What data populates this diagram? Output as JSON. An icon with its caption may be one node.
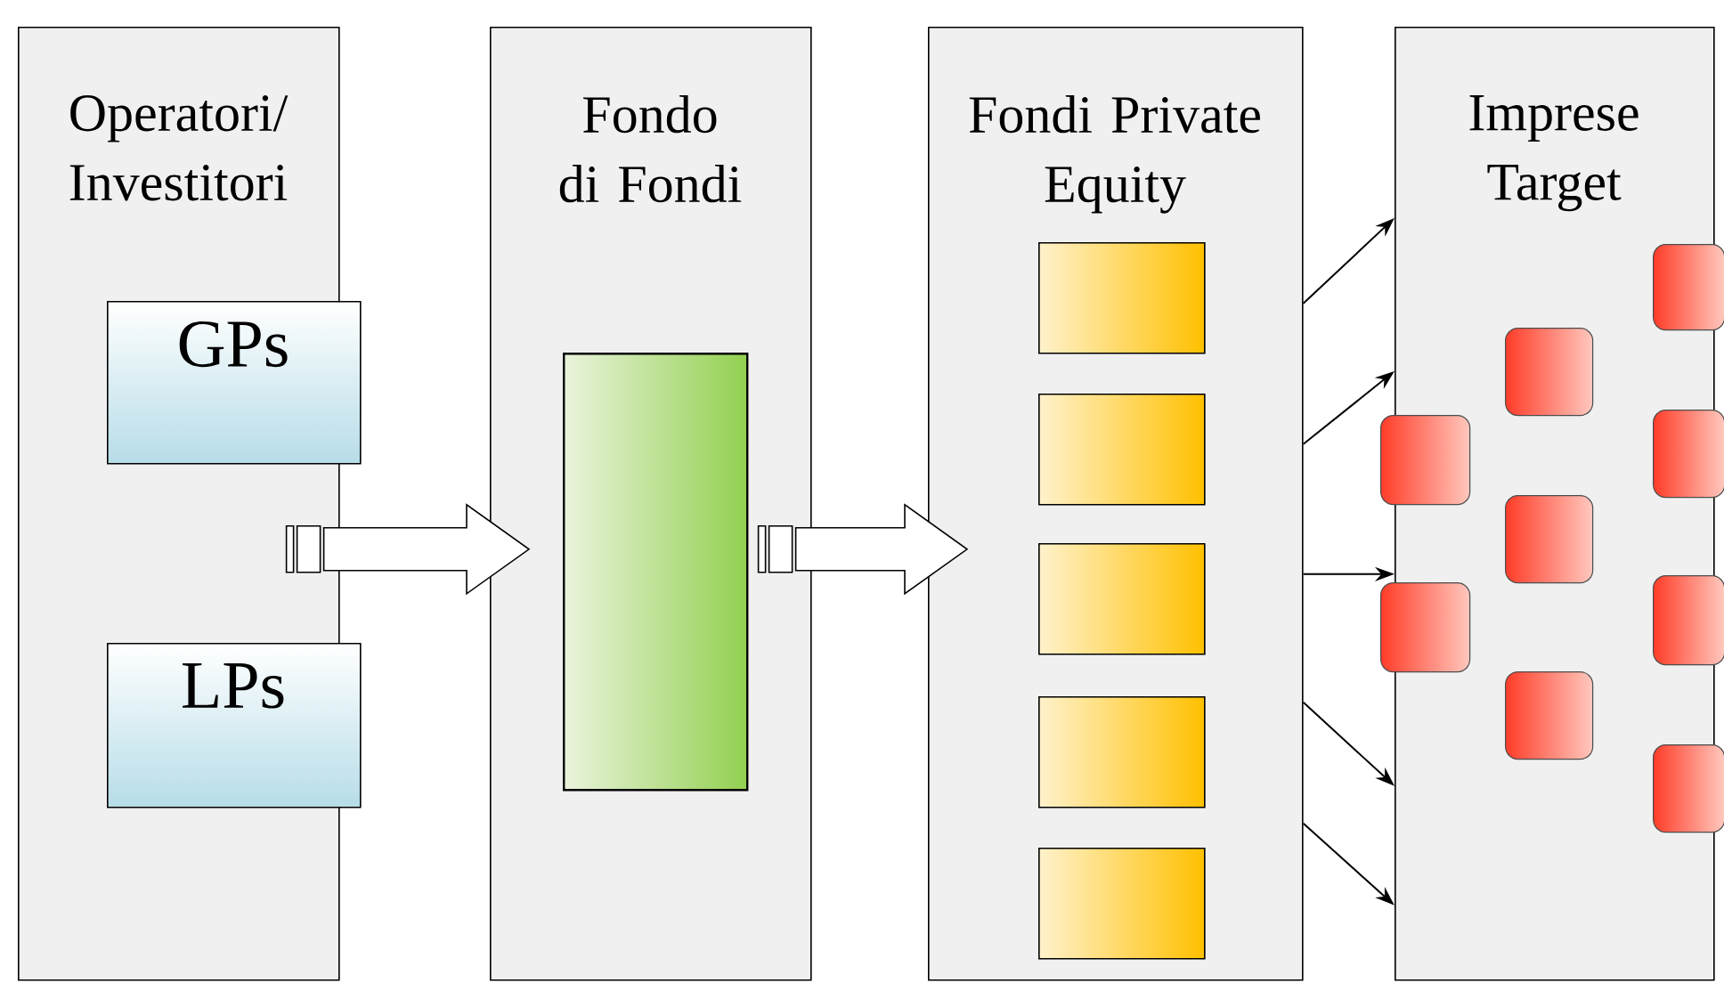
{
  "diagram": {
    "nodes": [
      {
        "text": [
          "Operatori/ Investitori"
        ]
      },
      {
        "text": [
          "GPs"
        ],
        "in": 0
      },
      {
        "text": [
          "LPs"
        ],
        "in": 0
      },
      {
        "text": [
          "Fondo di Fondi"
        ]
      },
      {
        "text": [],
        "shape": "bar",
        "in": 3
      },
      {
        "text": [
          "Fondi Private Equity"
        ]
      },
      {
        "text": [],
        "shape": "box",
        "in": 5
      },
      {
        "text": [],
        "shape": "box",
        "in": 5
      },
      {
        "text": [],
        "shape": "box",
        "in": 5
      },
      {
        "text": [],
        "shape": "box",
        "in": 5
      },
      {
        "text": [],
        "shape": "box",
        "in": 5
      },
      {
        "text": [
          "Imprese Target"
        ]
      },
      {
        "text": [],
        "shape": "box"
      },
      {
        "text": [],
        "shape": "box"
      },
      {
        "text": [],
        "shape": "box",
        "in": 11
      },
      {
        "text": [],
        "shape": "box",
        "in": 11
      },
      {
        "text": [],
        "shape": "box",
        "in": 11
      },
      {
        "text": [],
        "shape": "box"
      },
      {
        "text": [],
        "shape": "box"
      },
      {
        "text": [],
        "shape": "box"
      },
      {
        "text": [],
        "shape": "box"
      }
    ],
    "edges": [
      {
        "from": 0,
        "to": 3,
        "arrow": "to",
        "style": "thick"
      },
      {
        "from": 3,
        "to": 5,
        "arrow": "to",
        "style": "thick"
      },
      {
        "from": 5,
        "to": 11,
        "arrow": "to"
      },
      {
        "from": 5,
        "to": 11,
        "arrow": "to"
      },
      {
        "from": 5,
        "to": 11,
        "arrow": "to"
      },
      {
        "from": 5,
        "to": 11,
        "arrow": "to"
      },
      {
        "from": 5,
        "to": 11,
        "arrow": "to"
      }
    ]
  }
}
